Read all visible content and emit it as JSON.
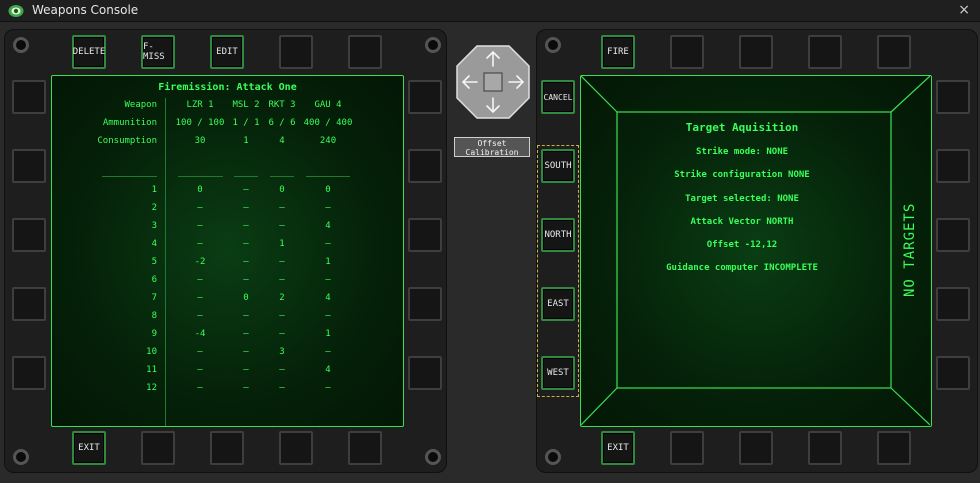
{
  "window": {
    "title": "Weapons Console",
    "close_glyph": "×",
    "icon": "eye-icon"
  },
  "left_panel": {
    "top_buttons": [
      "DELETE",
      "F-MISS",
      "EDIT",
      "",
      ""
    ],
    "bottom_buttons": [
      "EXIT",
      "",
      "",
      "",
      ""
    ],
    "firemission": {
      "title": "Firemission: Attack One",
      "header_labels": [
        "Weapon",
        "Ammunition",
        "Consumption"
      ],
      "weapons": [
        "LZR 1",
        "MSL 2",
        "RKT 3",
        "GAU 4"
      ],
      "ammunition": [
        "100 / 100",
        "1 / 1",
        "6 / 6",
        "400 / 400"
      ],
      "consumption": [
        "30",
        "1",
        "4",
        "240"
      ],
      "rows": [
        {
          "n": "1",
          "v": [
            "0",
            "–",
            "0",
            "0"
          ]
        },
        {
          "n": "2",
          "v": [
            "–",
            "–",
            "–",
            "–"
          ]
        },
        {
          "n": "3",
          "v": [
            "–",
            "–",
            "–",
            "4"
          ]
        },
        {
          "n": "4",
          "v": [
            "–",
            "–",
            "1",
            "–"
          ]
        },
        {
          "n": "5",
          "v": [
            "-2",
            "–",
            "–",
            "1"
          ]
        },
        {
          "n": "6",
          "v": [
            "–",
            "–",
            "–",
            "–"
          ]
        },
        {
          "n": "7",
          "v": [
            "–",
            "0",
            "2",
            "4"
          ]
        },
        {
          "n": "8",
          "v": [
            "–",
            "–",
            "–",
            "–"
          ]
        },
        {
          "n": "9",
          "v": [
            "-4",
            "–",
            "–",
            "1"
          ]
        },
        {
          "n": "10",
          "v": [
            "–",
            "–",
            "3",
            "–"
          ]
        },
        {
          "n": "11",
          "v": [
            "–",
            "–",
            "–",
            "4"
          ]
        },
        {
          "n": "12",
          "v": [
            "–",
            "–",
            "–",
            "–"
          ]
        }
      ]
    }
  },
  "center": {
    "offset_button": [
      "Offset",
      "Calibration"
    ]
  },
  "right_panel": {
    "top_buttons": [
      "FIRE",
      "",
      "",
      "",
      ""
    ],
    "bottom_buttons": [
      "EXIT",
      "",
      "",
      "",
      ""
    ],
    "left_buttons": [
      "CANCEL",
      "SOUTH",
      "NORTH",
      "EAST",
      "WEST"
    ],
    "target": {
      "title": "Target Aquisition",
      "lines": [
        "Strike mode: NONE",
        "Strike configuration NONE",
        "Target selected: NONE",
        "Attack Vector NORTH",
        "Offset -12,12",
        "Guidance computer INCOMPLETE"
      ],
      "status": "NO TARGETS"
    }
  },
  "colors": {
    "screen_green": "#39ff5a",
    "frame_green": "#2e8a3e",
    "bezel": "#1e1e1e"
  }
}
